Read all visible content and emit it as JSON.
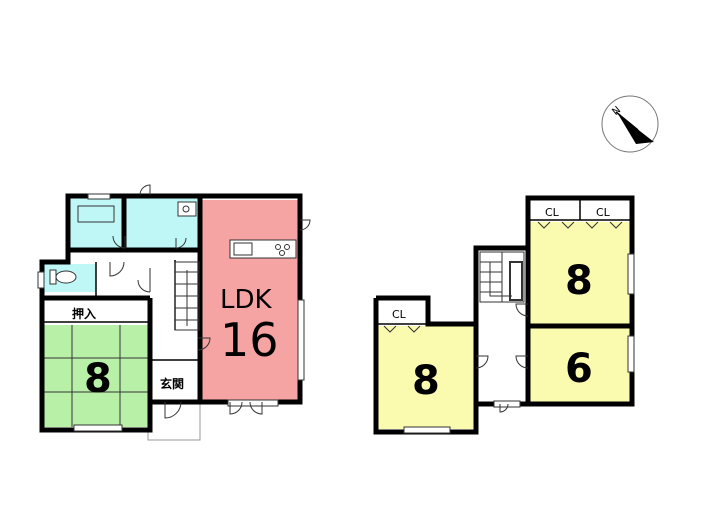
{
  "floor1": {
    "ldk_label": "LDK",
    "ldk_size": "16",
    "washitsu_size": "8",
    "oshiire_label": "押入",
    "genkan_label": "玄関"
  },
  "floor2": {
    "room_a_size": "8",
    "room_a_cl": "CL",
    "room_b_size": "8",
    "room_b_cl1": "CL",
    "room_b_cl2": "CL",
    "room_c_size": "6"
  },
  "compass": {
    "letter": "N"
  },
  "colors": {
    "ldk": "#f5a3a3",
    "washitsu": "#b8f0a8",
    "water": "#bff7f7",
    "yellow": "#fbfbb0",
    "hall": "#ffffff",
    "wall": "#000000"
  }
}
